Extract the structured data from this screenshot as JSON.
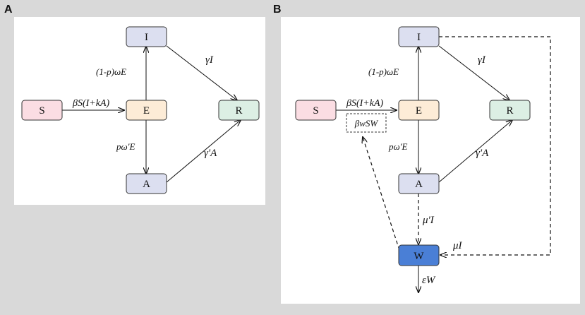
{
  "panels": {
    "a": {
      "letter": "A"
    },
    "b": {
      "letter": "B"
    }
  },
  "nodes": {
    "S": "S",
    "E": "E",
    "I": "I",
    "A": "A",
    "R": "R",
    "W": "W"
  },
  "rates": {
    "infection": "βS(I+kA)",
    "to_infectious": "(1-p)ωE",
    "to_asymptomatic": "pω'E",
    "recovery_infectious": "γI",
    "recovery_asymptomatic": "γ'A",
    "shedding_asymptomatic": "μ'I",
    "shedding_infectious": "μI",
    "decay": "εW",
    "environmental_transmission": "βwSW"
  },
  "colors": {
    "S": "#fbdde3",
    "E": "#fdecd7",
    "I": "#dcdff0",
    "A": "#dcdff0",
    "R": "#dcefe4",
    "W": "#4a7fd6"
  }
}
